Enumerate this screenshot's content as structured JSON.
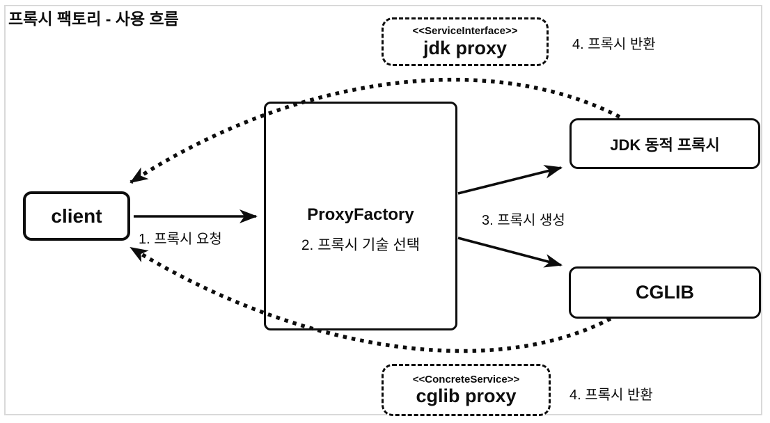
{
  "title": "프록시 팩토리 - 사용 흐름",
  "nodes": {
    "client": {
      "label": "client"
    },
    "proxy_factory": {
      "name": "ProxyFactory",
      "step": "2. 프록시 기술 선택"
    },
    "jdk_dynamic_proxy": {
      "label": "JDK 동적 프록시"
    },
    "cglib": {
      "label": "CGLIB"
    },
    "jdk_proxy": {
      "stereotype": "<<ServiceInterface>>",
      "label": "jdk proxy"
    },
    "cglib_proxy": {
      "stereotype": "<<ConcreteService>>",
      "label": "cglib proxy"
    }
  },
  "edges": {
    "request": {
      "label": "1. 프록시 요청",
      "from": "client",
      "to": "ProxyFactory",
      "style": "solid-arrow"
    },
    "create": {
      "label": "3. 프록시 생성",
      "from": "ProxyFactory",
      "to": [
        "JDK 동적 프록시",
        "CGLIB"
      ],
      "style": "solid-arrow"
    },
    "return_top": {
      "label": "4. 프록시 반환",
      "from": "JDK 동적 프록시",
      "to": "client",
      "via": "jdk proxy",
      "style": "dotted-arrow"
    },
    "return_bottom": {
      "label": "4. 프록시 반환",
      "from": "CGLIB",
      "to": "client",
      "via": "cglib proxy",
      "style": "dotted-arrow"
    }
  },
  "colors": {
    "ink": "#0d0d0d",
    "background": "#ffffff",
    "frame_border": "#d9d9d9"
  }
}
